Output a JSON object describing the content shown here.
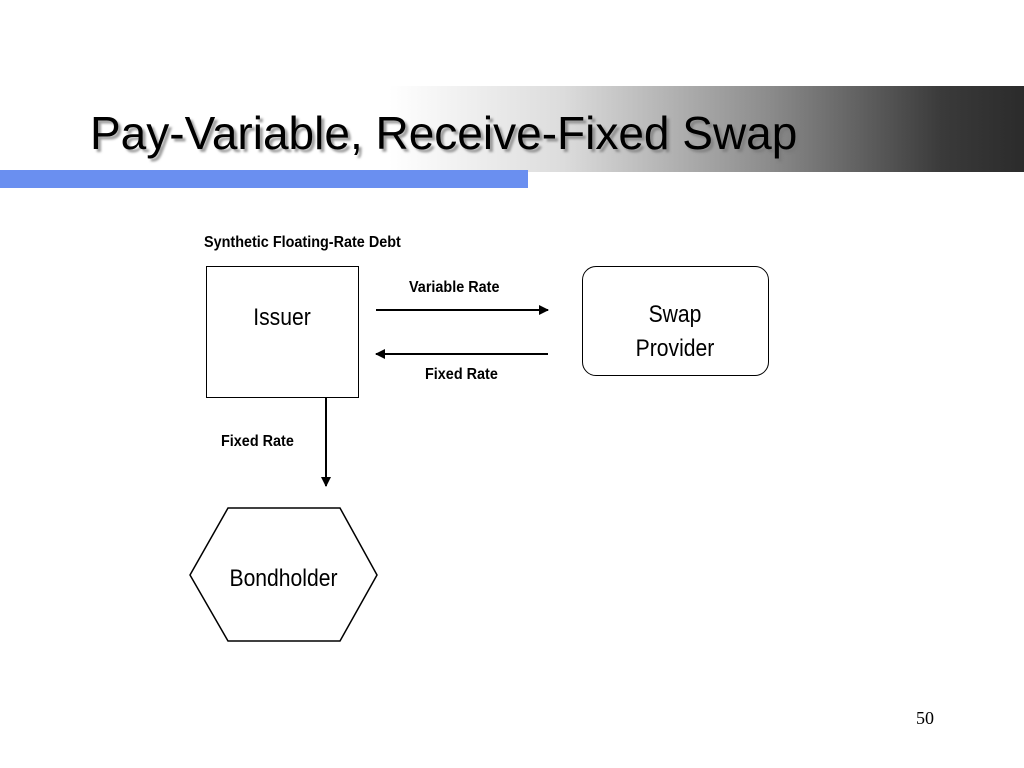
{
  "slide": {
    "title": "Pay-Variable, Receive-Fixed Swap",
    "page_number": "50"
  },
  "diagram": {
    "caption": "Synthetic Floating-Rate Debt",
    "nodes": {
      "issuer": "Issuer",
      "swap_provider_line1": "Swap",
      "swap_provider_line2": "Provider",
      "bondholder": "Bondholder"
    },
    "flows": {
      "issuer_to_swap": "Variable Rate",
      "swap_to_issuer": "Fixed Rate",
      "issuer_to_bondholder": "Fixed Rate"
    }
  },
  "colors": {
    "accent_bar": "#6a8ff0",
    "title_gradient_end": "#2b2b2b"
  }
}
